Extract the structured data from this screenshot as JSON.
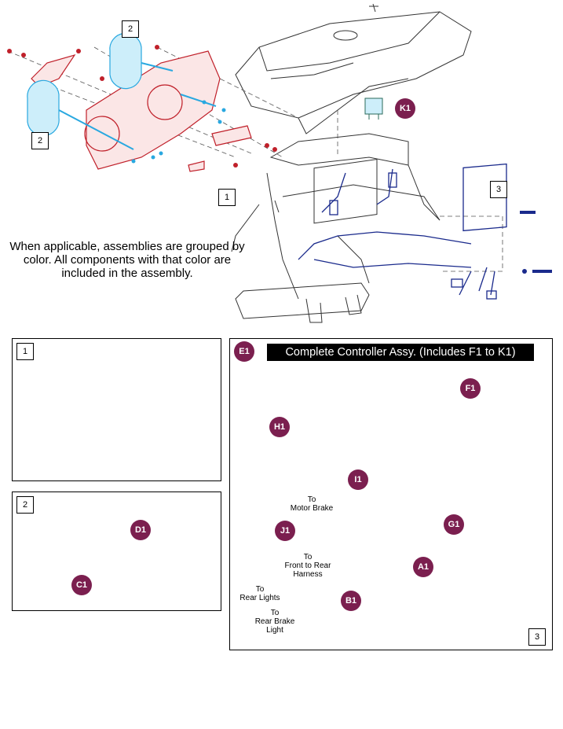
{
  "note": "When applicable, assemblies are grouped by color. All components with that color are included in the assembly.",
  "callouts": {
    "c1": "1",
    "c2a": "2",
    "c2b": "2",
    "c3": "3",
    "p1": "1",
    "p2": "2",
    "p3": "3"
  },
  "badges": {
    "k1": "K1",
    "e1": "E1",
    "f1": "F1",
    "h1": "H1",
    "i1": "I1",
    "j1": "J1",
    "g1": "G1",
    "a1": "A1",
    "b1": "B1",
    "d1": "D1",
    "c1": "C1"
  },
  "banner": "Complete Controller Assy. (Includes F1 to K1)",
  "labels": {
    "motor_brake": "To\nMotor Brake",
    "front_rear": "To\nFront to Rear\nHarness",
    "rear_lights": "To\nRear Lights",
    "rear_brake": "To\nRear Brake\nLight"
  },
  "colors": {
    "red_assembly": "#c0202a",
    "blue_assembly": "#1a2a8c",
    "light_blue": "#29a8e0",
    "magenta": "#c2279a",
    "orange": "#f0901a",
    "green": "#1a8a3a",
    "purple": "#6a2a9a",
    "badge": "#7b1f4f"
  }
}
